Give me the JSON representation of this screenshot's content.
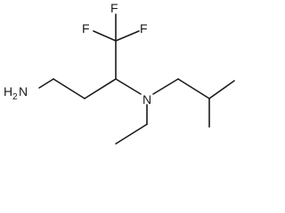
{
  "molecule": {
    "atoms": {
      "fluorine_left": "F",
      "fluorine_top": "F",
      "fluorine_right": "F",
      "nitrogen": "N",
      "amine_h": "H",
      "amine_h_count": "2",
      "amine_n": "N"
    }
  }
}
